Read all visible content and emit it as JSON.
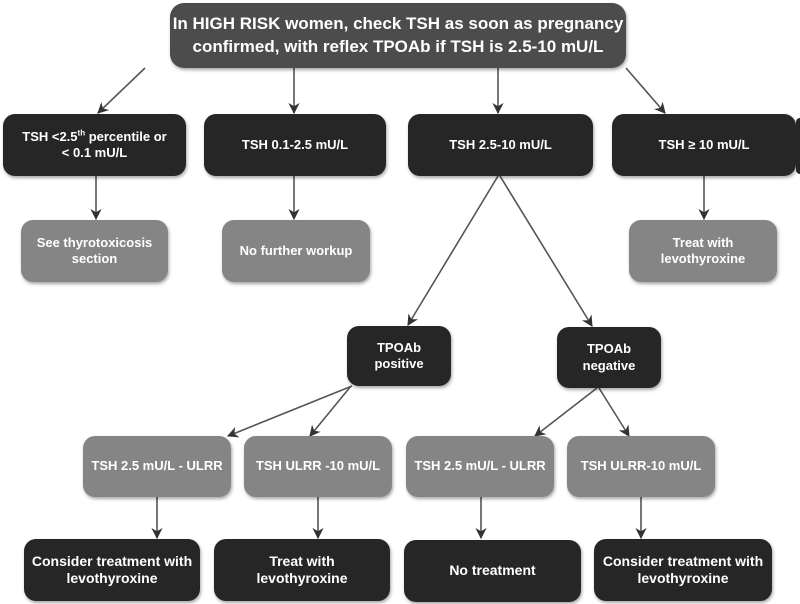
{
  "diagram": {
    "root": {
      "line1": "In HIGH RISK women, check TSH as soon as pregnancy",
      "line2": "confirmed, with reflex TPOAb if TSH is 2.5-10 mU/L"
    },
    "level1": [
      {
        "id": "tsh-low",
        "line1_prefix": "TSH <2.5",
        "line1_sup": "th",
        "line1_suffix": " percentile or",
        "line2": "< 0.1 mU/L"
      },
      {
        "id": "tsh-normal",
        "line1": "TSH  0.1-2.5  mU/L"
      },
      {
        "id": "tsh-mid",
        "line1": "TSH 2.5-10 mU/L"
      },
      {
        "id": "tsh-high",
        "line1": "TSH ≥ 10 mU/L"
      }
    ],
    "level2": [
      {
        "id": "see-thyrotoxicosis",
        "line1": "See thyrotoxicosis",
        "line2": "section"
      },
      {
        "id": "no-further-workup",
        "line1": "No further workup"
      },
      {
        "id": "treat-high",
        "line1": "Treat with",
        "line2": "levothyroxine"
      }
    ],
    "antibody": [
      {
        "id": "tpoab-positive",
        "line1": "TPOAb",
        "line2": "positive"
      },
      {
        "id": "tpoab-negative",
        "line1": "TPOAb",
        "line2": "negative"
      }
    ],
    "level3": [
      {
        "id": "pos-low",
        "line1": "TSH 2.5 mU/L  - ULRR"
      },
      {
        "id": "pos-high",
        "line1": "TSH ULRR -10  mU/L"
      },
      {
        "id": "neg-low",
        "line1": "TSH 2.5 mU/L -  ULRR"
      },
      {
        "id": "neg-high",
        "line1": "TSH ULRR-10 mU/L"
      }
    ],
    "outcomes": [
      {
        "id": "pos-low-outcome",
        "line1": "Consider treatment with",
        "line2": "levothyroxine"
      },
      {
        "id": "pos-high-outcome",
        "line1": "Treat with",
        "line2": "levothyroxine"
      },
      {
        "id": "neg-low-outcome",
        "line1": "No  treatment"
      },
      {
        "id": "neg-high-outcome",
        "line1": "Consider treatment with",
        "line2": "levothyroxine"
      }
    ],
    "colors": {
      "root": "#4c4c4c",
      "dark_node": "#262626",
      "grey_node": "#858585",
      "arrow": "#555555",
      "text": "#ffffff"
    }
  }
}
